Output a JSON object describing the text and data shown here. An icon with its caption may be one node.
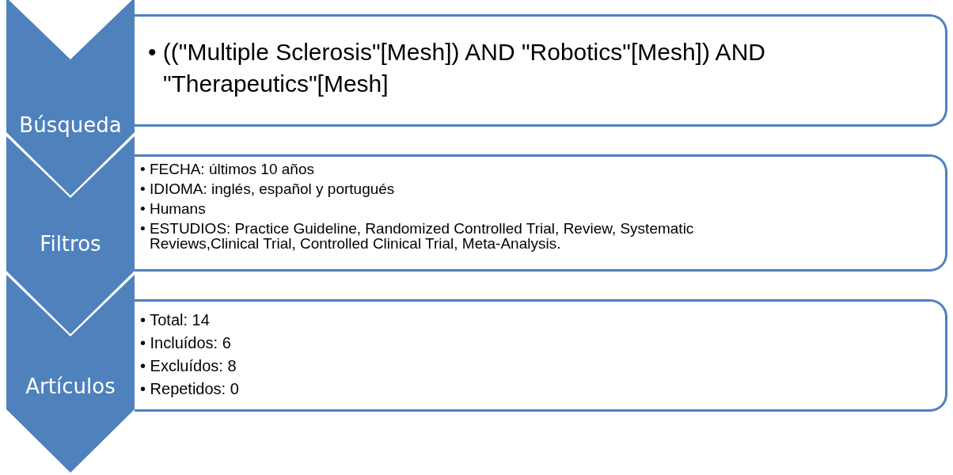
{
  "diagram": {
    "nodes": [
      {
        "text": [
          "Búsqueda"
        ]
      },
      {
        "text": [
          "• ((\"Multiple Sclerosis\"[Mesh]) AND \"Robotics\"[Mesh]) AND \"Therapeutics\"[Mesh]"
        ]
      },
      {
        "text": [
          "Filtros"
        ]
      },
      {
        "text": [
          "• FECHA: últimos 10 años",
          "• IDIOMA: inglés, español y portugués",
          "• Humans",
          "• ESTUDIOS: Practice Guideline, Randomized Controlled Trial, Review, Systematic Reviews,Clinical Trial, Controlled Clinical Trial, Meta-Analysis."
        ]
      },
      {
        "text": [
          "Artículos"
        ]
      },
      {
        "text": [
          "• Total: 14",
          "• Incluídos: 6",
          "• Excluídos: 8",
          "• Repetidos: 0"
        ]
      }
    ]
  }
}
